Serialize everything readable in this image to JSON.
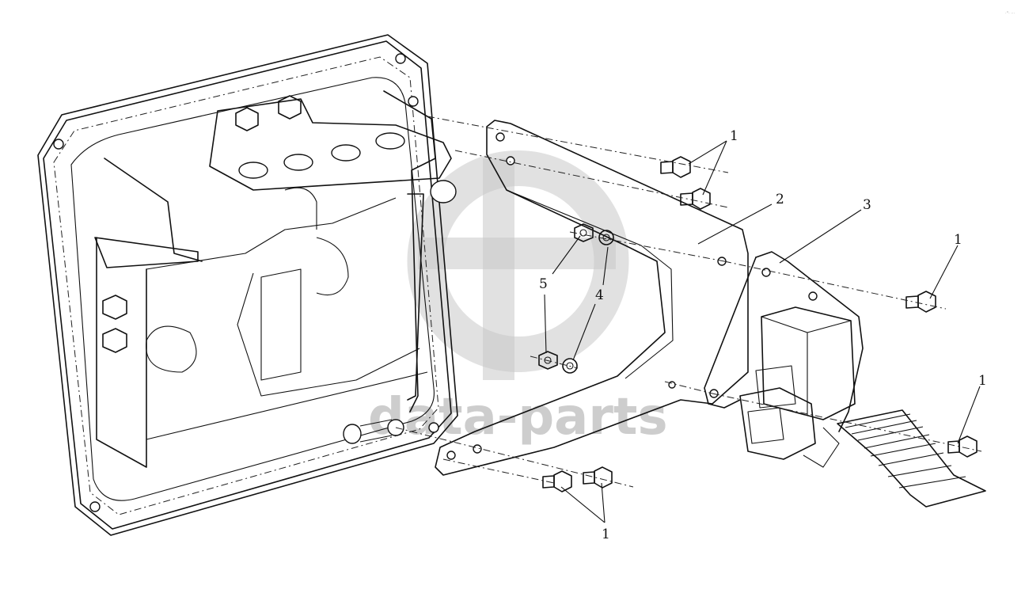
{
  "diagram": {
    "callouts": [
      {
        "id": "c1a",
        "label": "1"
      },
      {
        "id": "c1b",
        "label": "1"
      },
      {
        "id": "c1c",
        "label": "1"
      },
      {
        "id": "c1d",
        "label": "1"
      },
      {
        "id": "c2",
        "label": "2"
      },
      {
        "id": "c3",
        "label": "3"
      },
      {
        "id": "c4",
        "label": "4"
      },
      {
        "id": "c5",
        "label": "5"
      }
    ]
  },
  "watermark": {
    "text": "data-parts",
    "logo_icon": "dp-logo-icon",
    "color": "#bdbdbd"
  },
  "corner_mark": "·°· ···"
}
